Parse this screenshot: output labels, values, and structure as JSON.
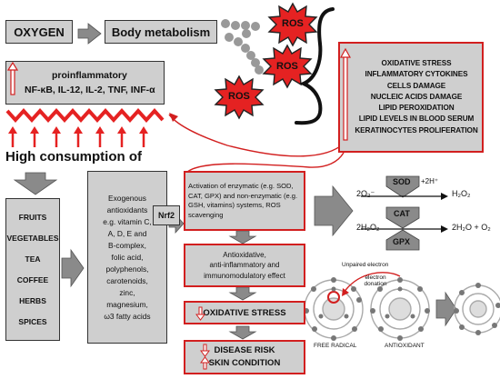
{
  "top": {
    "oxygen": "OXYGEN",
    "body_metabolism": "Body metabolism",
    "ros": "ROS"
  },
  "proinflammatory": {
    "title": "proinflammatory",
    "line2": "NF-κB, IL-12, IL-2, TNF, INF-α"
  },
  "effects": [
    "OXIDATIVE STRESS",
    "INFLAMMATORY CYTOKINES",
    "CELLS DAMAGE",
    "NUCLEIC ACIDS DAMAGE",
    "LIPID PEROXIDATION",
    "LIPID LEVELS IN BLOOD SERUM",
    "KERATINOCYTES PROLIFERATION"
  ],
  "high_consumption": "High consumption of",
  "foods": [
    "FRUITS",
    "VEGETABLES",
    "TEA",
    "COFFEE",
    "HERBS",
    "SPICES"
  ],
  "antioxidants_text": [
    "Exogenous",
    "antioxidants",
    "e.g. vitamin C,",
    "A, D, E and",
    "B-complex,",
    "folic acid,",
    "polyphenols,",
    "carotenoids,",
    "zinc,",
    "magnesium,",
    "ω3 fatty acids"
  ],
  "nrf2": "Nrf2",
  "activation_text": "Activation of enzymatic (e.g. SOD, CAT, GPX) and non-enzymatic (e.g. GSH, vitamins) systems, ROS scavenging",
  "effect_lines": [
    "Antioxidative,",
    "anti-inflammatory and",
    "immunomodulatory effect"
  ],
  "oxidative_stress": "OXIDATIVE STRESS",
  "disease_risk": "DISEASE RISK",
  "skin_condition": "SKIN CONDITION",
  "reactions": {
    "sod": "SOD",
    "cat": "CAT",
    "gpx": "GPX",
    "plus_2h": "+2H⁺",
    "o2_minus": "2O₂⁻",
    "h2o2_a": "H₂O₂",
    "h2o2_b": "2H₂O₂",
    "products": "2H₂O + O₂"
  },
  "atoms": {
    "unpaired_electron": "Unpaired electron",
    "electron_donation": "electron donation",
    "free_radical": "FREE RADICAL",
    "antioxidant": "ANTIOXIDANT"
  },
  "colors": {
    "red": "#d21f1f",
    "box_grey": "#cfcfcf",
    "arrow_grey": "#8a8a8a"
  }
}
